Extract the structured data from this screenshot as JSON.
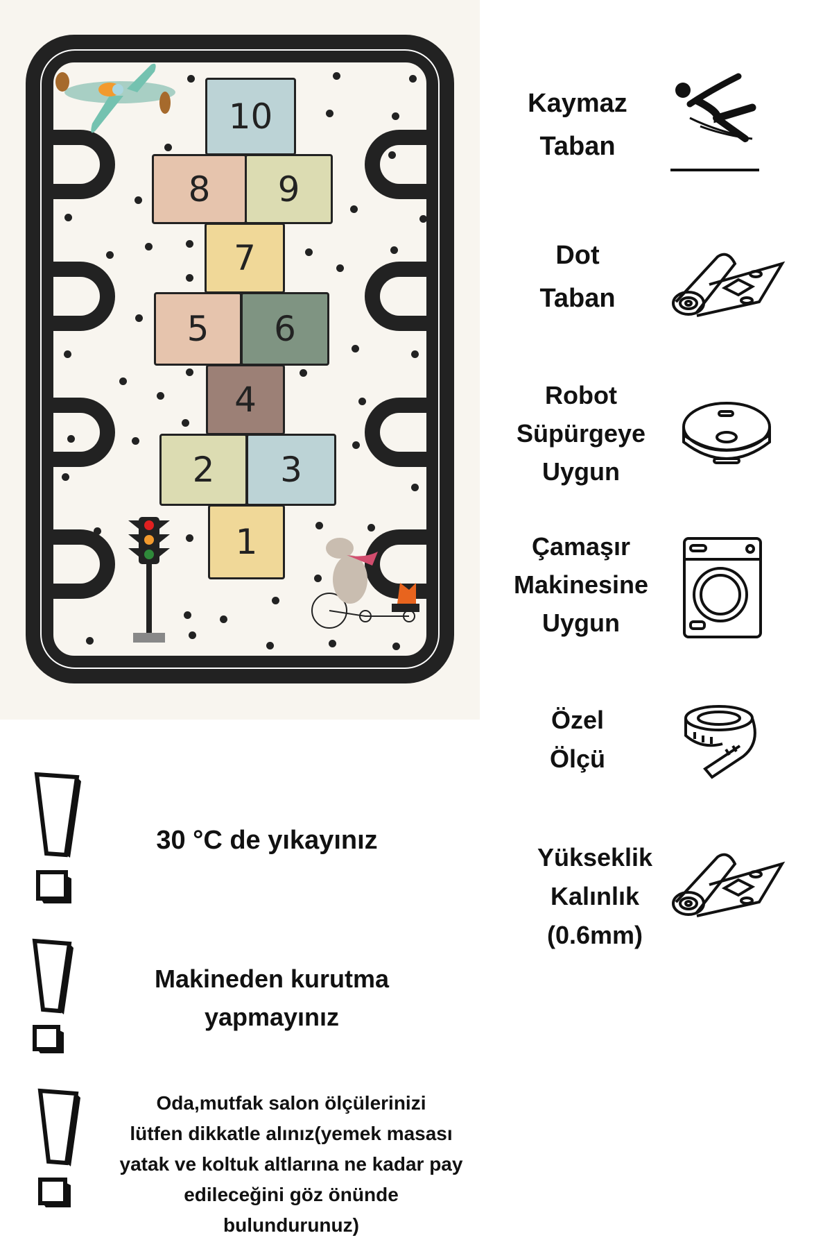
{
  "rug": {
    "squares": [
      {
        "n": "10",
        "color": "#bcd3d6"
      },
      {
        "n": "8",
        "color": "#e6c4ad"
      },
      {
        "n": "9",
        "color": "#dcdcb2"
      },
      {
        "n": "7",
        "color": "#f0d898"
      },
      {
        "n": "5",
        "color": "#e6c4ad"
      },
      {
        "n": "6",
        "color": "#7f9482"
      },
      {
        "n": "4",
        "color": "#9c8076"
      },
      {
        "n": "2",
        "color": "#dcdcb2"
      },
      {
        "n": "3",
        "color": "#bcd3d6"
      },
      {
        "n": "1",
        "color": "#f0d898"
      }
    ]
  },
  "features": [
    {
      "lines": [
        "Kaymaz",
        "Taban"
      ],
      "icon": "slip-warning-icon"
    },
    {
      "lines": [
        "Dot",
        "Taban"
      ],
      "icon": "rolled-rug-icon"
    },
    {
      "lines": [
        "Robot",
        "Süpürgeye",
        "Uygun"
      ],
      "icon": "robot-vacuum-icon"
    },
    {
      "lines": [
        "Çamaşır",
        "Makinesine",
        "Uygun"
      ],
      "icon": "washing-machine-icon"
    },
    {
      "lines": [
        "Özel",
        "Ölçü"
      ],
      "icon": "measuring-tape-icon"
    },
    {
      "lines": [
        "Yükseklik",
        "Kalınlık",
        "(0.6mm)"
      ],
      "icon": "rolled-rug-icon"
    }
  ],
  "warnings": [
    {
      "lines": [
        "30 °C de yıkayınız"
      ]
    },
    {
      "lines": [
        "Makineden kurutma",
        "yapmayınız"
      ]
    },
    {
      "lines": [
        "Oda,mutfak salon ölçülerinizi",
        "lütfen dikkatle alınız(yemek masası",
        "yatak ve koltuk altlarına ne kadar pay",
        "edileceğini göz önünde",
        "bulundurunuz)"
      ]
    }
  ]
}
